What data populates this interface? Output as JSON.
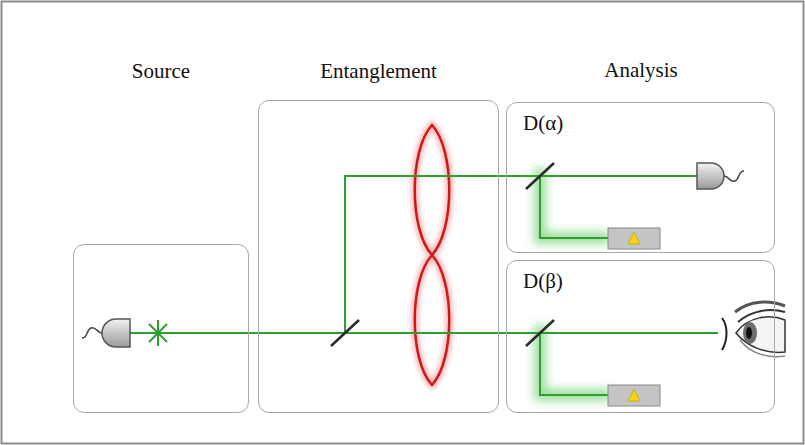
{
  "diagram": {
    "nodes": [
      {
        "text": [
          "Source"
        ]
      },
      {
        "text": [
          "Entanglement"
        ]
      },
      {
        "text": [
          "D(α)"
        ]
      },
      {
        "text": [
          "D(β)"
        ]
      }
    ],
    "edges": [
      {
        "from": 0,
        "to": 1,
        "arrow": "none"
      },
      {
        "from": 1,
        "to": 2,
        "arrow": "none"
      },
      {
        "from": 1,
        "to": 3,
        "arrow": "none"
      }
    ],
    "labels": [
      "Analysis"
    ]
  }
}
